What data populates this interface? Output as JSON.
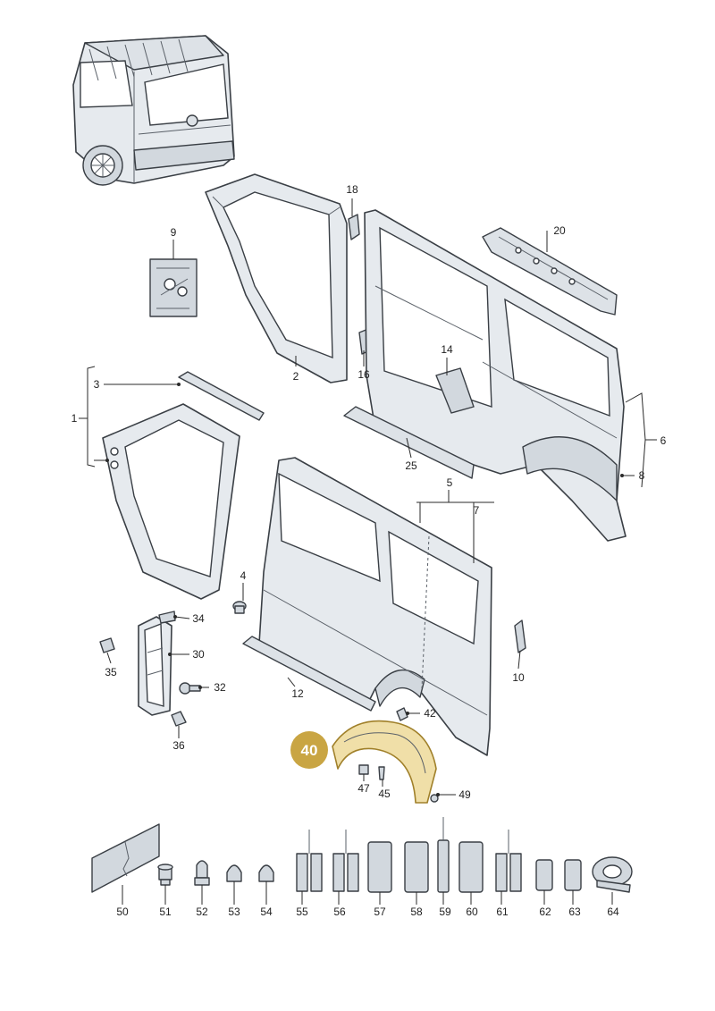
{
  "diagram": {
    "highlighted_part": "40",
    "colors": {
      "highlight": "#c9a543",
      "highlight_part": "#f0dfa8",
      "outline": "#3a3f45",
      "panel": "#e6eaee"
    },
    "labels": {
      "p1": "1",
      "p2": "2",
      "p3": "3",
      "p4": "4",
      "p5": "5",
      "p6": "6",
      "p7": "7",
      "p8": "8",
      "p9": "9",
      "p10": "10",
      "p12": "12",
      "p14": "14",
      "p16": "16",
      "p18": "18",
      "p20": "20",
      "p25": "25",
      "p30": "30",
      "p32": "32",
      "p34": "34",
      "p35": "35",
      "p36": "36",
      "p40": "40",
      "p42": "42",
      "p45": "45",
      "p47": "47",
      "p49": "49",
      "p50": "50",
      "p51": "51",
      "p52": "52",
      "p53": "53",
      "p54": "54",
      "p55": "55",
      "p56": "56",
      "p57": "57",
      "p58": "58",
      "p59": "59",
      "p60": "60",
      "p61": "61",
      "p62": "62",
      "p63": "63",
      "p64": "64"
    }
  }
}
